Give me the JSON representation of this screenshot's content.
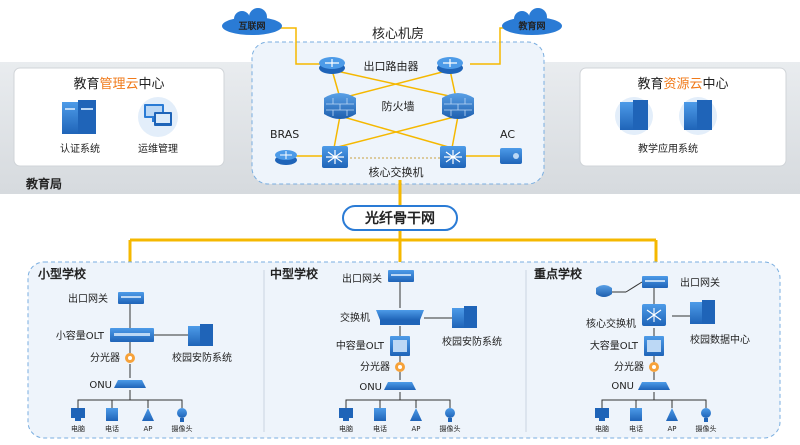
{
  "top": {
    "cloud_left": "互联网",
    "cloud_right": "教育网",
    "core_title": "核心机房",
    "router_label": "出口路由器",
    "firewall_label": "防火墙",
    "bras_label": "BRAS",
    "ac_label": "AC",
    "core_switch_label": "核心交换机"
  },
  "left_center": {
    "title_pre": "教育",
    "title_hl": "管理云",
    "title_post": "中心",
    "item1": "认证系统",
    "item2": "运维管理"
  },
  "right_center": {
    "title_pre": "教育",
    "title_hl": "资源云",
    "title_post": "中心",
    "item1": "教学应用系统"
  },
  "bureau_label": "教育局",
  "backbone_label": "光纤骨干网",
  "schools": {
    "small": {
      "title": "小型学校",
      "gateway": "出口网关",
      "olt": "小容量OLT",
      "security": "校园安防系统",
      "splitter": "分光器",
      "onu": "ONU"
    },
    "medium": {
      "title": "中型学校",
      "gateway": "出口网关",
      "switch": "交换机",
      "olt": "中容量OLT",
      "security": "校园安防系统",
      "splitter": "分光器",
      "onu": "ONU"
    },
    "key": {
      "title": "重点学校",
      "gateway": "出口网关",
      "core_switch": "核心交换机",
      "olt": "大容量OLT",
      "datacenter": "校园数据中心",
      "splitter": "分光器",
      "onu": "ONU"
    }
  },
  "endpoints": [
    "电脑",
    "电话",
    "AP",
    "摄像头"
  ],
  "colors": {
    "accent_orange": "#f07a1a",
    "backbone_yellow": "#f5b800",
    "device_blue": "#2a7bd5",
    "dashed_blue": "#7aaee0"
  }
}
